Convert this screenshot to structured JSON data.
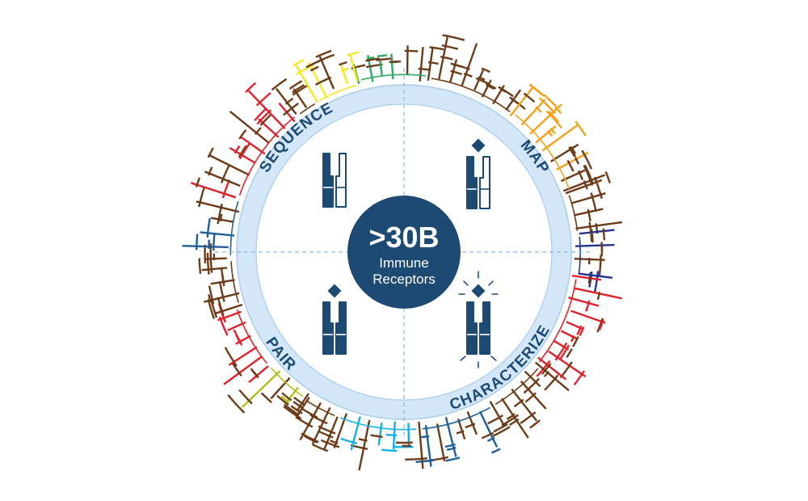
{
  "center": {
    "count": ">30B",
    "line1": "Immune",
    "line2": "Receptors"
  },
  "ring_labels": {
    "sequence": "SEQUENCE",
    "map": "MAP",
    "pair": "PAIR",
    "characterize": "CHARACTERIZE"
  },
  "colors": {
    "navy": "#1c4a72",
    "ring_fill": "#d3e7f8",
    "ring_edge": "#a9cdea",
    "guide_line": "#8fb8dc",
    "receptor_body": "#1c4a72",
    "receptor_outline": "#1c4a72",
    "tree_palette": [
      "#e0212b",
      "#6b3a17",
      "#f6e823",
      "#2faa63",
      "#f4a21b",
      "#23338f",
      "#14b0e6",
      "#1e5f99",
      "#b1be1c"
    ]
  },
  "quadrant_icons": [
    {
      "quadrant": "sequence",
      "icon": "heavy-chain-receptor-icon",
      "antigen": false,
      "activation_rays": false
    },
    {
      "quadrant": "map",
      "icon": "antigen-bound-receptor-icon",
      "antigen": true,
      "activation_rays": false
    },
    {
      "quadrant": "pair",
      "icon": "paired-receptor-icon",
      "antigen": true,
      "activation_rays": false
    },
    {
      "quadrant": "characterize",
      "icon": "activated-receptor-icon",
      "antigen": true,
      "activation_rays": true
    }
  ]
}
